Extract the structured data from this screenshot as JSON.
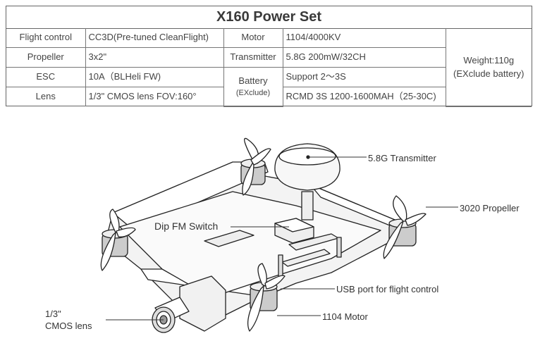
{
  "title": "X160 Power Set",
  "specs": {
    "flight_control_label": "Flight control",
    "flight_control_value": "CC3D(Pre-tuned CleanFlight)",
    "motor_label": "Motor",
    "motor_value": "1104/4000KV",
    "propeller_label": "Propeller",
    "propeller_value": "3x2\"",
    "transmitter_label": "Transmitter",
    "transmitter_value": "5.8G 200mW/32CH",
    "esc_label": "ESC",
    "esc_value": "10A（BLHeli FW)",
    "battery_label": "Battery",
    "battery_sub": "(EXclude)",
    "battery_value_1": "Support 2～3S",
    "battery_value_2": "RCMD 3S 1200-1600MAH（25-30C)",
    "lens_label": "Lens",
    "lens_value": "1/3\" CMOS lens  FOV:160°",
    "weight": "Weight:110g",
    "weight_note": "(EXclude battery)"
  },
  "callouts": {
    "transmitter": "5.8G Transmitter",
    "propeller": "3020 Propeller",
    "dip_switch": "Dip FM Switch",
    "usb_port": "USB port for flight control",
    "motor": "1104 Motor",
    "lens_line1": "1/3\"",
    "lens_line2": "CMOS lens"
  },
  "icons": {
    "drone": "quadcopter-drawing-icon"
  }
}
